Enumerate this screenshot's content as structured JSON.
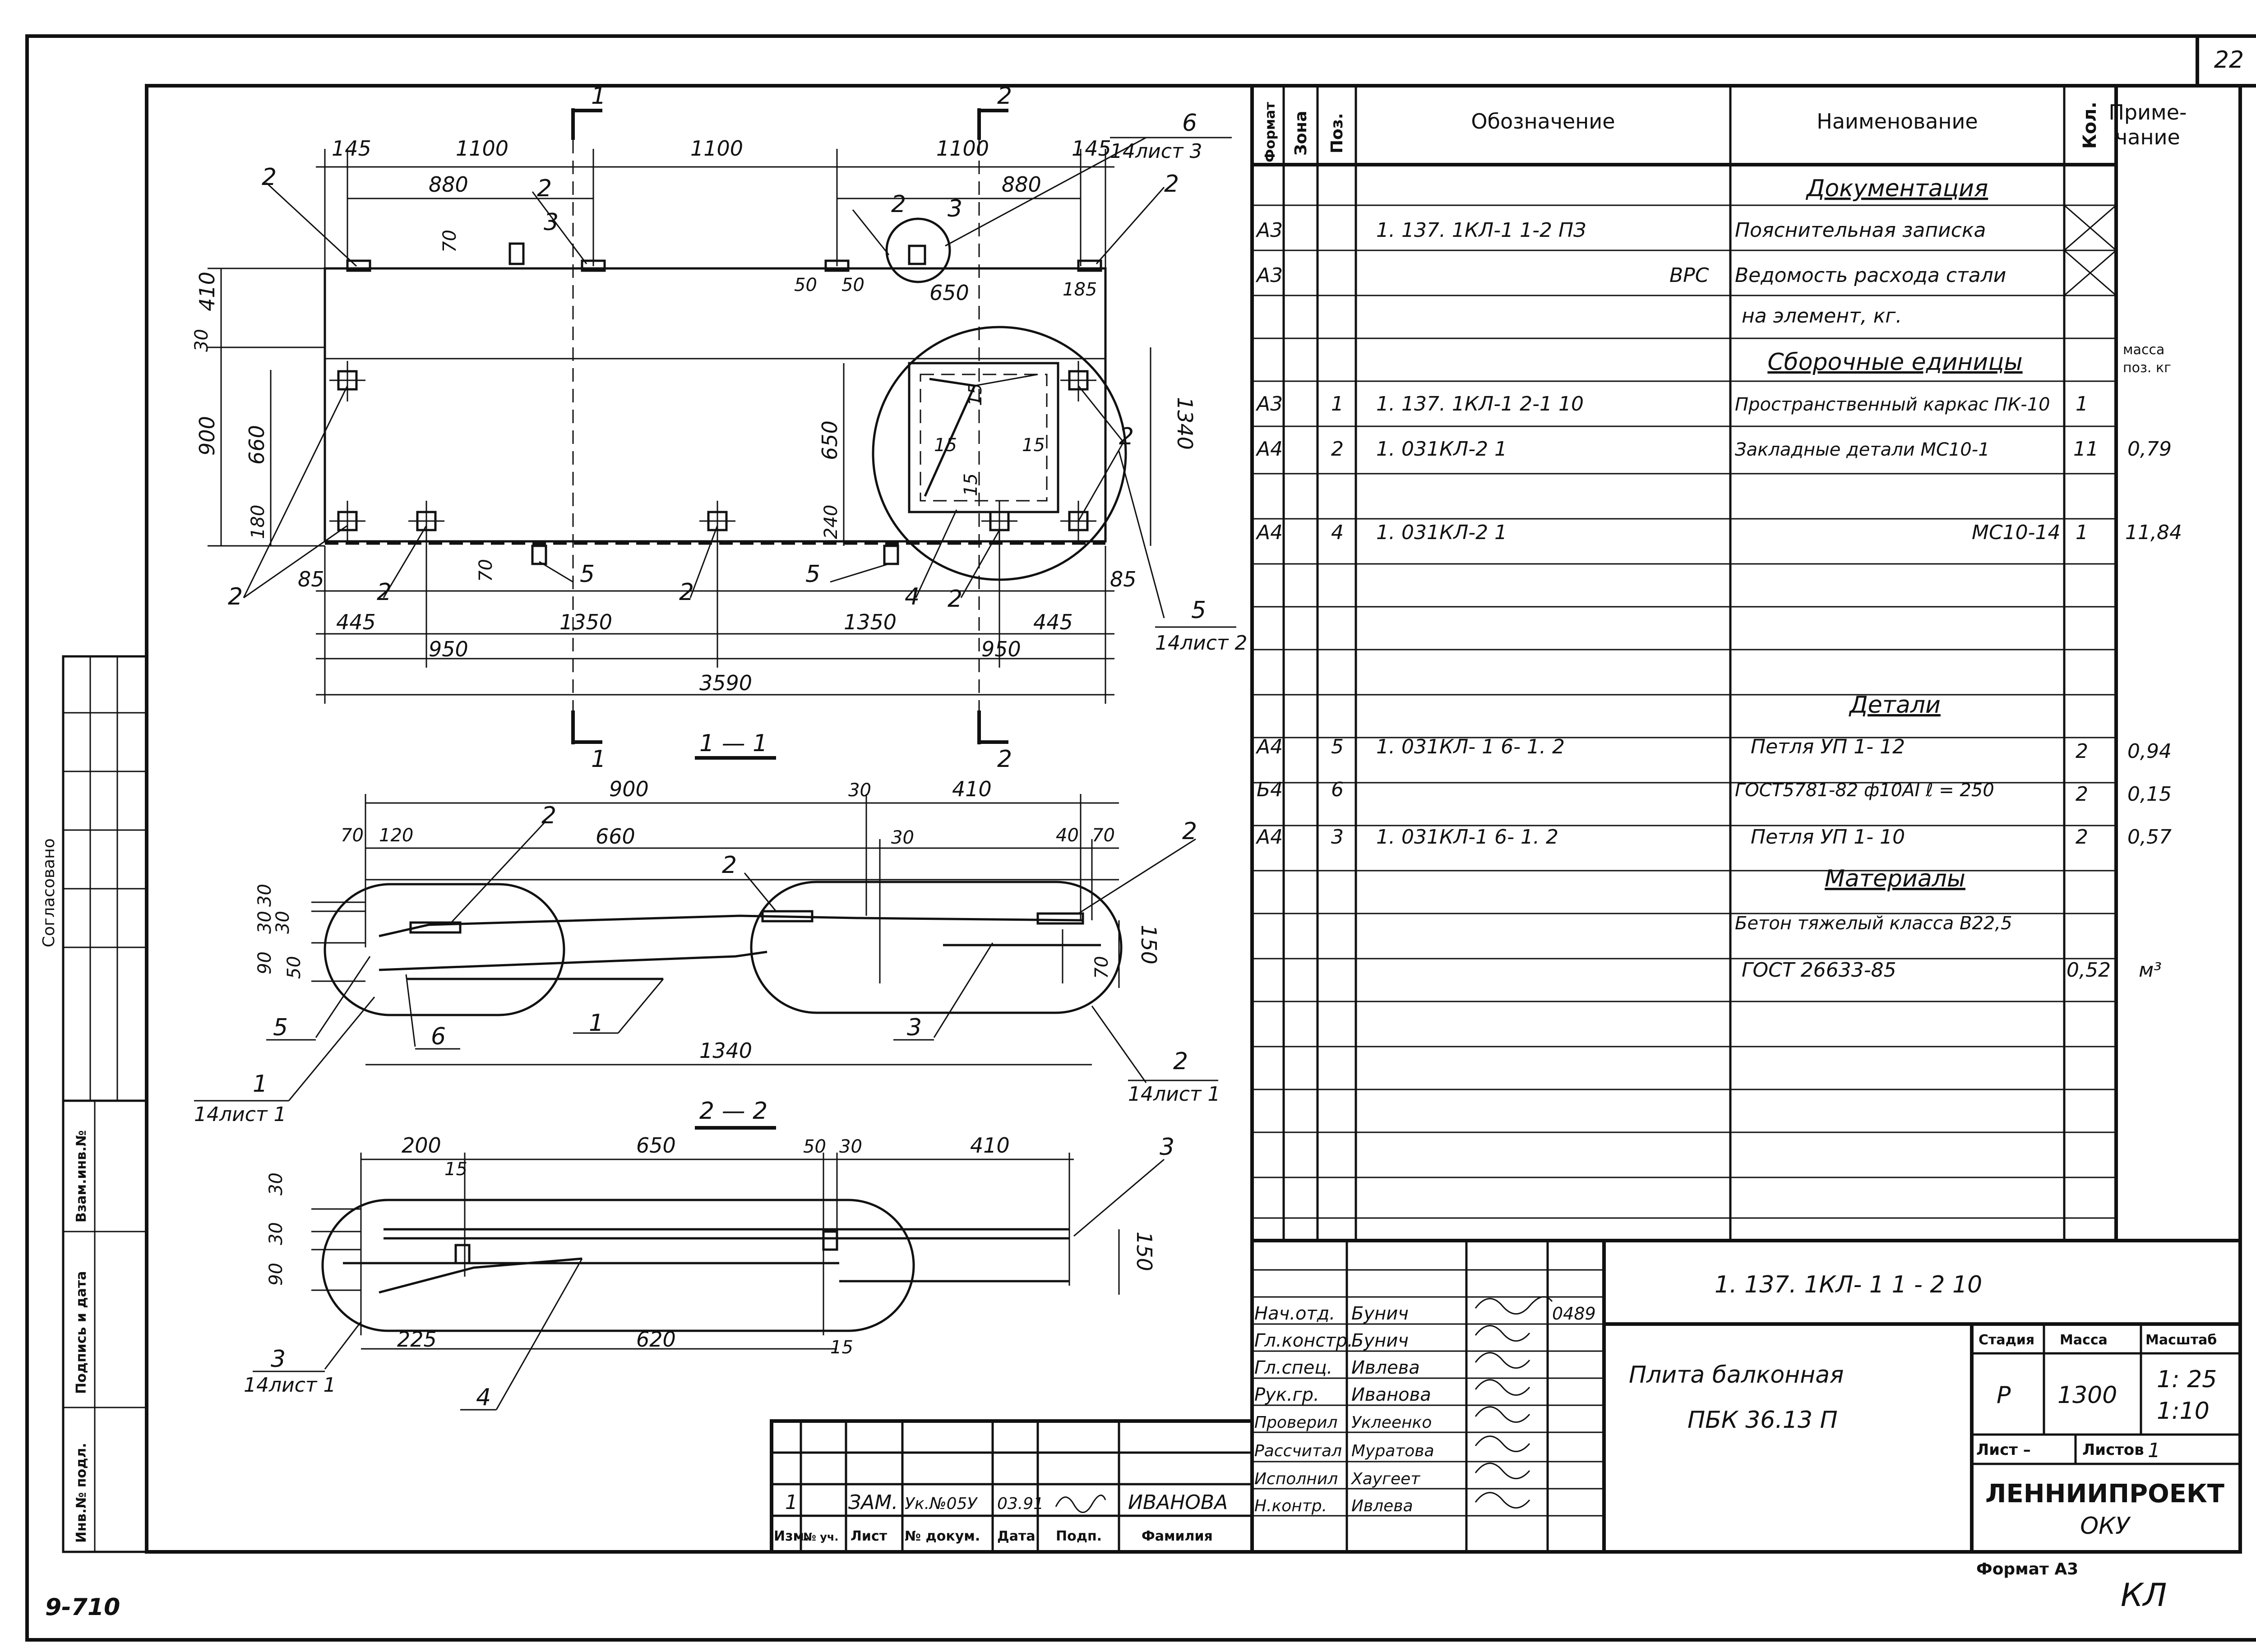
{
  "sheet": {
    "number": "22",
    "code": "9-710",
    "format": "Формат А3",
    "stamp_mark": "КЛ"
  },
  "side_stamp": {
    "agreed": "Согласовано",
    "inv_original": "Инв.№ подл.",
    "sign_date": "Подпись и дата",
    "replace_inv": "Взам.инв.№"
  },
  "plan": {
    "dims_top": [
      "145",
      "1100",
      "1100",
      "1100",
      "145"
    ],
    "dims_inner": [
      "880",
      "880"
    ],
    "dims_misc": [
      "70",
      "50",
      "50",
      "650",
      "185",
      "410",
      "30",
      "900",
      "660",
      "180",
      "1340",
      "650",
      "240",
      "15",
      "15",
      "15",
      "15",
      "70"
    ],
    "dims_bottom": [
      "85",
      "445",
      "1350",
      "1350",
      "445",
      "85",
      "950",
      "950",
      "3590"
    ],
    "cut_marks": [
      "1",
      "2",
      "1",
      "2"
    ],
    "callouts": [
      "2",
      "2",
      "3",
      "2",
      "2",
      "2",
      "2",
      "2",
      "2",
      "5",
      "5",
      "4",
      "2",
      "2"
    ],
    "ref_6": "6",
    "ref_6_sheet": "14лист 3",
    "ref_5": "5",
    "ref_5_sheet": "14лист 2",
    "pos_3": "3"
  },
  "section_1": {
    "title": "1 — 1",
    "dims": [
      "900",
      "30",
      "410",
      "70",
      "120",
      "660",
      "30",
      "40",
      "70",
      "30",
      "30",
      "30",
      "90",
      "50",
      "70",
      "150",
      "1340"
    ],
    "callouts": [
      "2",
      "2",
      "2",
      "5",
      "6",
      "1",
      "3",
      "1",
      "2"
    ],
    "ref_left": "14лист 1",
    "ref_right": "14лист 1"
  },
  "section_2": {
    "title": "2 — 2",
    "dims": [
      "200",
      "650",
      "50",
      "30",
      "410",
      "15",
      "30",
      "30",
      "90",
      "150",
      "225",
      "620",
      "15"
    ],
    "callouts": [
      "3",
      "3",
      "4"
    ],
    "ref_left": "14лист 1"
  },
  "spec": {
    "headers": [
      "Формат",
      "Зона",
      "Поз.",
      "Обозначение",
      "Наименование",
      "Кол.",
      "Приме-\nчание"
    ],
    "sections": {
      "documentation": "Документация",
      "assemblies": "Сборочные единицы",
      "details": "Детали",
      "materials": "Материалы"
    },
    "mass_note": "масса\nпоз. кг",
    "rows": [
      {
        "format": "А3",
        "pos": "",
        "designation": "1. 137. 1КЛ-1   1-2      ПЗ",
        "name": "Пояснительная записка",
        "qty": "",
        "note": ""
      },
      {
        "format": "А3",
        "pos": "",
        "designation": "ВРС",
        "name": "Ведомость расхода стали",
        "qty": "",
        "note": ""
      },
      {
        "format": "",
        "pos": "",
        "designation": "",
        "name": "на элемент, кг.",
        "qty": "",
        "note": ""
      },
      {
        "format": "А3",
        "pos": "1",
        "designation": "1. 137. 1КЛ-1   2-1     10",
        "name": "Пространственный каркас ПК-10",
        "qty": "1",
        "note": ""
      },
      {
        "format": "А4",
        "pos": "2",
        "designation": "1. 031КЛ-2     1",
        "name": "Закладные детали МС10-1",
        "qty": "11",
        "note": "0,79"
      },
      {
        "format": "А4",
        "pos": "4",
        "designation": "1. 031КЛ-2     1",
        "name": "МС10-14",
        "qty": "1",
        "note": "11,84"
      },
      {
        "format": "А4",
        "pos": "5",
        "designation": "1. 031КЛ- 1     6- 1. 2",
        "name": "Петля          УП 1- 12",
        "qty": "2",
        "note": "0,94"
      },
      {
        "format": "Б4",
        "pos": "6",
        "designation": "",
        "name": "ГОСТ5781-82  ф10АI  ℓ = 250",
        "qty": "2",
        "note": "0,15"
      },
      {
        "format": "А4",
        "pos": "3",
        "designation": "1. 031КЛ-1     6- 1. 2",
        "name": "Петля          УП 1- 10",
        "qty": "2",
        "note": "0,57"
      },
      {
        "format": "",
        "pos": "",
        "designation": "",
        "name": "Бетон тяжелый класса В22,5",
        "qty": "",
        "note": ""
      },
      {
        "format": "",
        "pos": "",
        "designation": "",
        "name": "ГОСТ 26633-85",
        "qty": "0,52",
        "note": "м³"
      }
    ]
  },
  "title_block": {
    "doc_code": "1. 137. 1КЛ- 1        1 - 2     10",
    "title_line1": "Плита   балконная",
    "title_line2": "ПБК  36.13 П",
    "stage_h": "Стадия",
    "mass_h": "Масса",
    "scale_h": "Масштаб",
    "stage": "Р",
    "mass": "1300",
    "scale1": "1: 25",
    "scale2": "1:10",
    "sheet_label": "Лист –",
    "sheets_label": "Листов",
    "sheets": "1",
    "org": "ЛЕННИИПРОЕКТ",
    "dept": "ОКУ",
    "date_code": "0489",
    "people": [
      {
        "role": "Нач.отд.",
        "name": "Бунич"
      },
      {
        "role": "Гл.констр.",
        "name": "Бунич"
      },
      {
        "role": "Гл.спец.",
        "name": "Ивлева"
      },
      {
        "role": "Рук.гр.",
        "name": "Иванова"
      },
      {
        "role": "Проверил",
        "name": "Уклеенко"
      },
      {
        "role": "Рассчитал",
        "name": "Муратова"
      },
      {
        "role": "Исполнил",
        "name": "Хаугеет"
      },
      {
        "role": "Н.контр.",
        "name": "Ивлева"
      }
    ],
    "revision": {
      "izm": "1",
      "uch": "",
      "list": "ЗАМ.",
      "doc": "Ук.№05У",
      "date": "03.91",
      "name": "ИВАНОВА"
    },
    "rev_headers": [
      "Изм.",
      "№ уч.",
      "Лист",
      "№ докум.",
      "Дата",
      "Подп.",
      "Фамилия"
    ]
  }
}
